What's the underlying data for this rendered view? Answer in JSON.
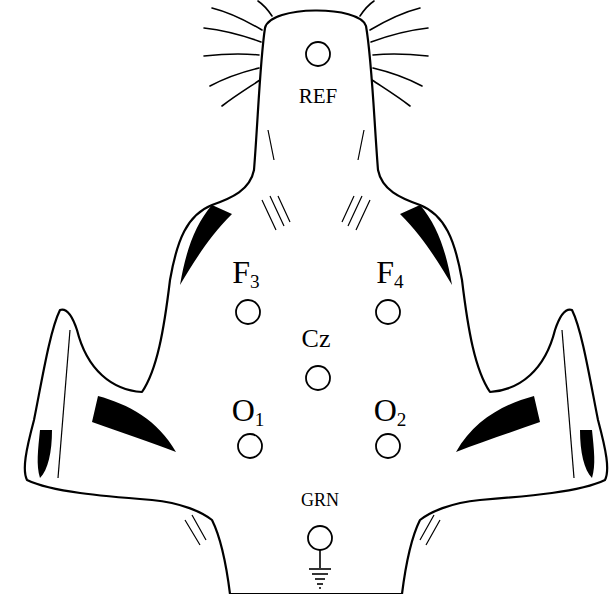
{
  "diagram": {
    "labels": [
      "REF",
      "F3",
      "F4",
      "Cz",
      "O1",
      "O2",
      "GRN"
    ]
  }
}
